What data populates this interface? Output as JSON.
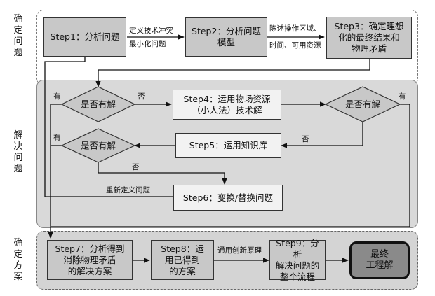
{
  "stages": {
    "define_problem": "确定问题",
    "solve_problem": "解决问题",
    "determine_solution": "确定方案"
  },
  "steps": {
    "step1": "Step1：分析问题",
    "step2": "Step2：分析问题\n模型",
    "step3": "Step3：确定理想\n化的最终结果和\n物理矛盾",
    "step4": "Step4：运用物场资源\n（小人法）技术解",
    "step5": "Step5：运用知识库",
    "step6": "Step6：变换/替换问题",
    "step7": "Step7：分析得到\n消除物理矛盾\n的解决方案",
    "step8": "Step8：运\n用已得到\n的方案",
    "step9": "Step9：分析\n解决问题的\n整个流程",
    "final": "最终\n工程解"
  },
  "decisions": {
    "d1": "是否有解",
    "d2": "是否有解",
    "d3": "是否有解"
  },
  "edge_labels": {
    "s1_s2": "定义技术冲突\n最小化问题",
    "s2_s3_top": "陈述操作区域、",
    "s2_s3_bottom": "时间、可用资源",
    "d1_no": "否",
    "d1_yes": "有",
    "d2_no": "否",
    "d2_yes": "有",
    "d3_no": "否",
    "d3_yes": "有",
    "redefine": "重新定义问题",
    "s8_s9": "通用创新原理"
  }
}
